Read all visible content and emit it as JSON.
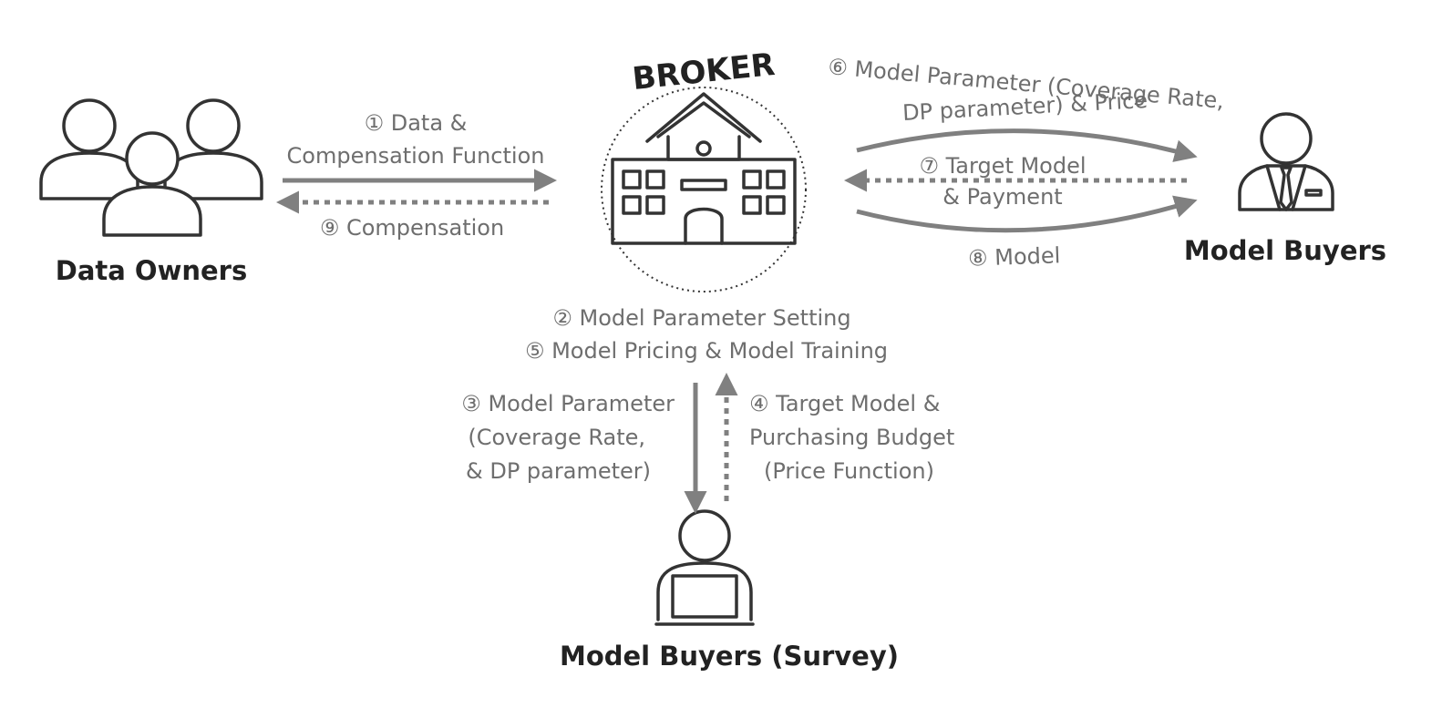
{
  "actors": {
    "data_owners": "Data Owners",
    "model_buyers": "Model Buyers",
    "model_buyers_survey": "Model Buyers (Survey)",
    "broker": "BROKER"
  },
  "steps": {
    "s1": {
      "line1": "① Data &",
      "line2": "Compensation Function"
    },
    "s9": "⑨ Compensation",
    "s6": {
      "line1": "⑥ Model Parameter (Coverage Rate,",
      "line2": "DP parameter) & Price"
    },
    "s7": {
      "line1": "⑦ Target Model",
      "line2": "& Payment"
    },
    "s8": "⑧ Model",
    "s2": "② Model Parameter Setting",
    "s5": "⑤ Model Pricing & Model Training",
    "s3": {
      "line1": "③ Model Parameter",
      "line2": "(Coverage Rate,",
      "line3": "& DP parameter)"
    },
    "s4": {
      "line1": "④ Target Model &",
      "line2": "Purchasing Budget",
      "line3": "(Price Function)"
    }
  },
  "icons": {
    "data_owners": "group-of-people-icon",
    "broker": "building-icon",
    "model_buyers": "businessman-icon",
    "model_buyers_survey": "person-with-laptop-icon"
  },
  "colors": {
    "arrow": "#808080",
    "label_text": "#6e6e6e",
    "title_text": "#222222"
  }
}
